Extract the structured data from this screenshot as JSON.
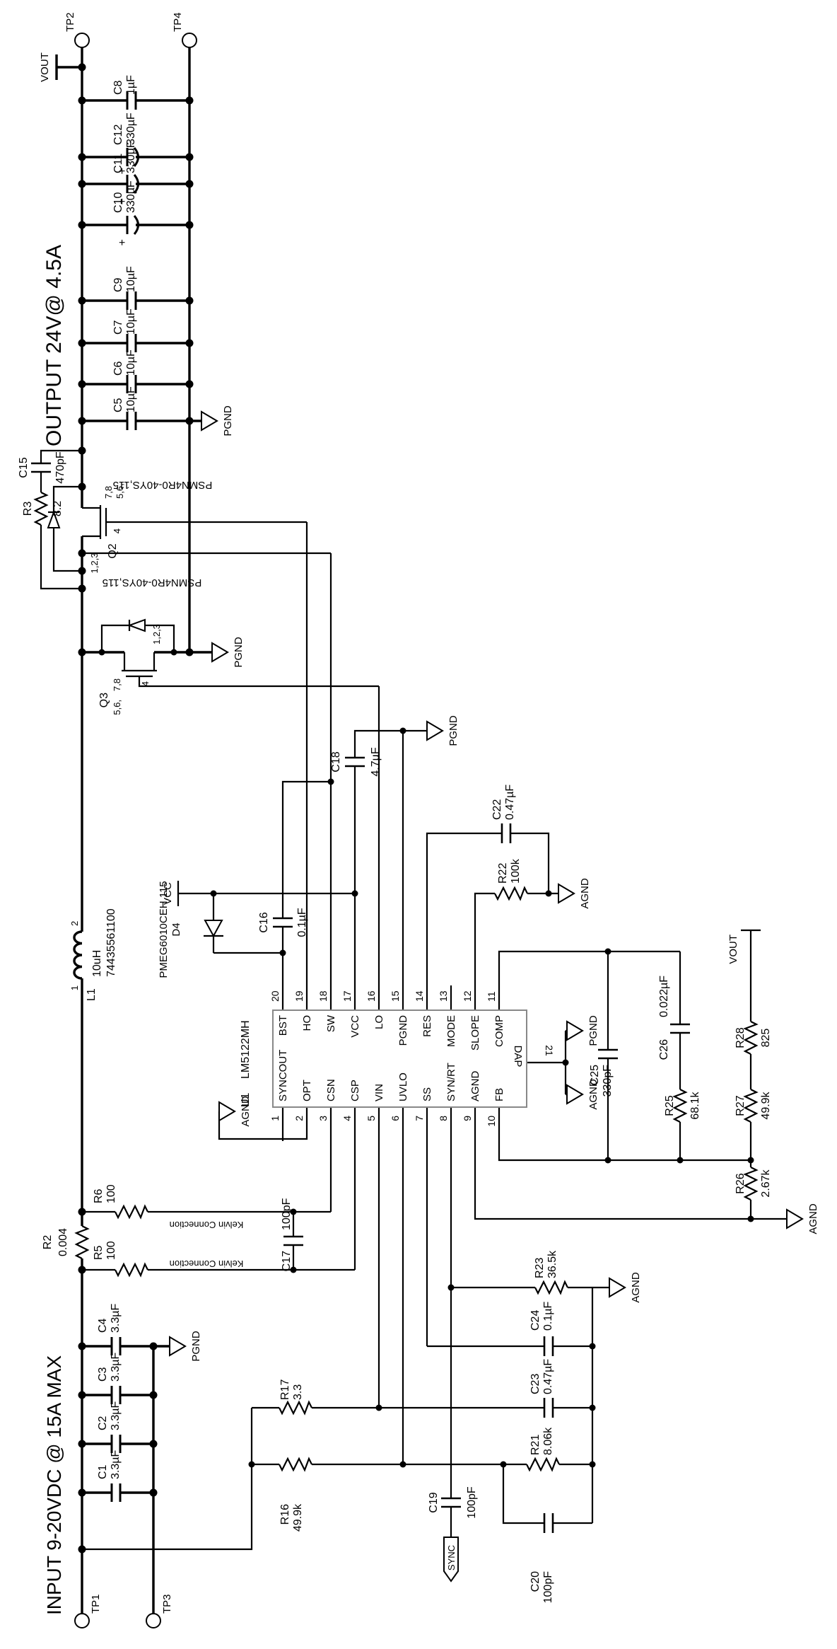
{
  "titles": {
    "input": "INPUT  9-20VDC @ 15A MAX",
    "output": "OUTPUT  24V@ 4.5A"
  },
  "ic": {
    "ref": "U1",
    "part": "LM5122MH",
    "dap": "DAP",
    "dap_pin": "21",
    "left": [
      {
        "n": "1",
        "name": "SYNCOUT"
      },
      {
        "n": "2",
        "name": "OPT"
      },
      {
        "n": "3",
        "name": "CSN"
      },
      {
        "n": "4",
        "name": "CSP"
      },
      {
        "n": "5",
        "name": "VIN"
      },
      {
        "n": "6",
        "name": "UVLO"
      },
      {
        "n": "7",
        "name": "SS"
      },
      {
        "n": "8",
        "name": "SYN/RT"
      },
      {
        "n": "9",
        "name": "AGND"
      },
      {
        "n": "10",
        "name": "FB"
      }
    ],
    "right": [
      {
        "n": "20",
        "name": "BST"
      },
      {
        "n": "19",
        "name": "HO"
      },
      {
        "n": "18",
        "name": "SW"
      },
      {
        "n": "17",
        "name": "VCC"
      },
      {
        "n": "16",
        "name": "LO"
      },
      {
        "n": "15",
        "name": "PGND"
      },
      {
        "n": "14",
        "name": "RES"
      },
      {
        "n": "13",
        "name": "MODE"
      },
      {
        "n": "12",
        "name": "SLOPE"
      },
      {
        "n": "11",
        "name": "COMP"
      }
    ]
  },
  "parts": {
    "c1": {
      "r": "C1",
      "v": "3.3µF"
    },
    "c2": {
      "r": "C2",
      "v": "3.3µF"
    },
    "c3": {
      "r": "C3",
      "v": "3.3µF"
    },
    "c4": {
      "r": "C4",
      "v": "3.3µF"
    },
    "c5": {
      "r": "C5",
      "v": "10µF"
    },
    "c6": {
      "r": "C6",
      "v": "10µF"
    },
    "c7": {
      "r": "C7",
      "v": "10µF"
    },
    "c9": {
      "r": "C9",
      "v": "10µF"
    },
    "c8": {
      "r": "C8",
      "v": "1µF"
    },
    "c10": {
      "r": "C10",
      "v": "330µF"
    },
    "c11": {
      "r": "C11",
      "v": "330µF"
    },
    "c12": {
      "r": "C12",
      "v": "330µF"
    },
    "c15": {
      "r": "C15",
      "v": "470pF"
    },
    "c16": {
      "r": "C16",
      "v": "0.1µF"
    },
    "c17": {
      "r": "C17",
      "v": "100pF"
    },
    "c18": {
      "r": "C18",
      "v": "4.7µF"
    },
    "c19": {
      "r": "C19",
      "v": "100pF"
    },
    "c20": {
      "r": "C20",
      "v": "100pF"
    },
    "c22": {
      "r": "C22",
      "v": "0.47µF"
    },
    "c23": {
      "r": "C23",
      "v": "0.47µF"
    },
    "c24": {
      "r": "C24",
      "v": "0.1µF"
    },
    "c25": {
      "r": "C25",
      "v": "330pF"
    },
    "c26": {
      "r": "C26",
      "v": "0.022µF"
    },
    "r2": {
      "r": "R2",
      "v": "0.004"
    },
    "r3": {
      "r": "R3",
      "v": "8.2"
    },
    "r5": {
      "r": "R5",
      "v": "100"
    },
    "r6": {
      "r": "R6",
      "v": "100"
    },
    "r16": {
      "r": "R16",
      "v": "49.9k"
    },
    "r17": {
      "r": "R17",
      "v": "3.3"
    },
    "r21": {
      "r": "R21",
      "v": "8.06k"
    },
    "r22": {
      "r": "R22",
      "v": "100k"
    },
    "r23": {
      "r": "R23",
      "v": "36.5k"
    },
    "r25": {
      "r": "R25",
      "v": "68.1k"
    },
    "r26": {
      "r": "R26",
      "v": "2.67k"
    },
    "r27": {
      "r": "R27",
      "v": "49.9k"
    },
    "r28": {
      "r": "R28",
      "v": "825"
    },
    "l1": {
      "r": "L1",
      "v": "10uH",
      "pn": "74435561100",
      "p1": "1",
      "p2": "2"
    },
    "d4": {
      "r": "D4",
      "pn": "PMEG6010CEH,115"
    },
    "q2": {
      "r": "Q2",
      "pn": "PSMN4R0-40YS,115"
    },
    "q3": {
      "r": "Q3",
      "pn": "PSMN4R0-40YS,115"
    }
  },
  "fet_pins": {
    "da": "5,6,",
    "db": "7,8",
    "s": "1,2,3",
    "g": "4"
  },
  "nets": {
    "vout": "VOUT",
    "vcc": "VCC",
    "sync": "SYNC",
    "pgnd": "PGND",
    "agnd": "AGND"
  },
  "tps": {
    "tp1": "TP1",
    "tp2": "TP2",
    "tp3": "TP3",
    "tp4": "TP4"
  },
  "notes": {
    "kelvin": "Kelvin Connection",
    "plus": "+"
  }
}
